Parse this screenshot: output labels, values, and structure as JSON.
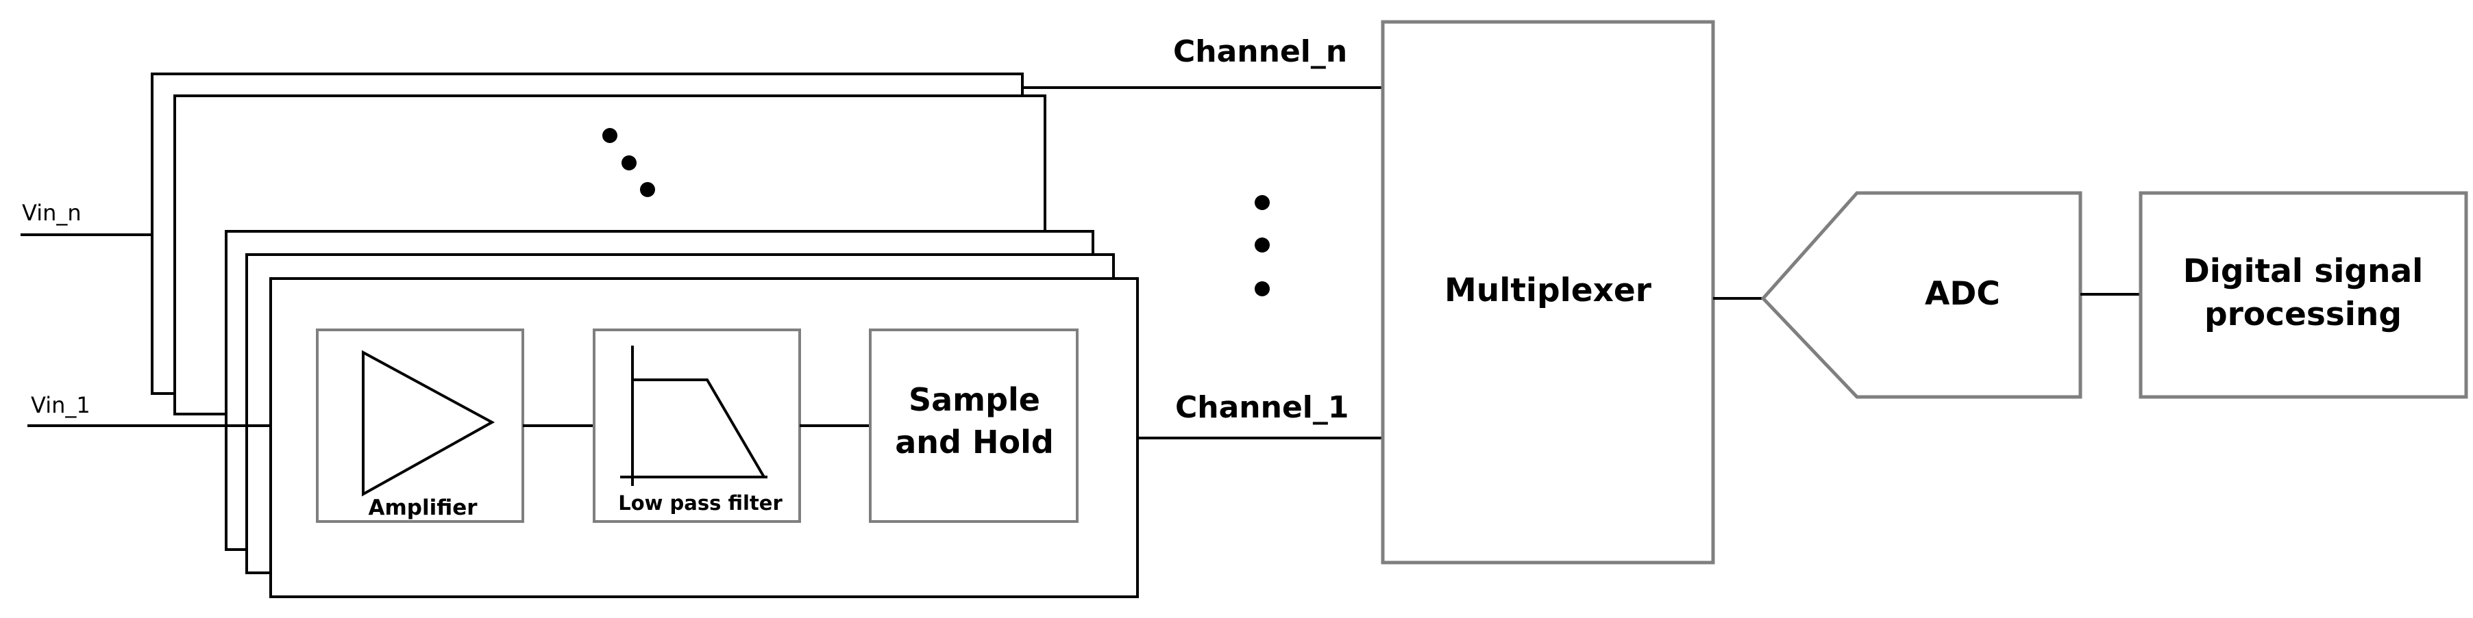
{
  "inputs": {
    "vin_n": "Vin_n",
    "vin_1": "Vin_1"
  },
  "channels": {
    "channel_n": "Channel_n",
    "channel_1": "Channel_1"
  },
  "blocks": {
    "amplifier": "Amplifier",
    "low_pass_filter": "Low pass filter",
    "sample_hold_line1": "Sample",
    "sample_hold_line2": "and Hold",
    "multiplexer": "Multiplexer",
    "adc": "ADC",
    "dsp_line1": "Digital signal",
    "dsp_line2": "processing"
  },
  "colors": {
    "stroke": "#000000",
    "block_stroke": "#7f7f7f",
    "background": "#ffffff"
  }
}
